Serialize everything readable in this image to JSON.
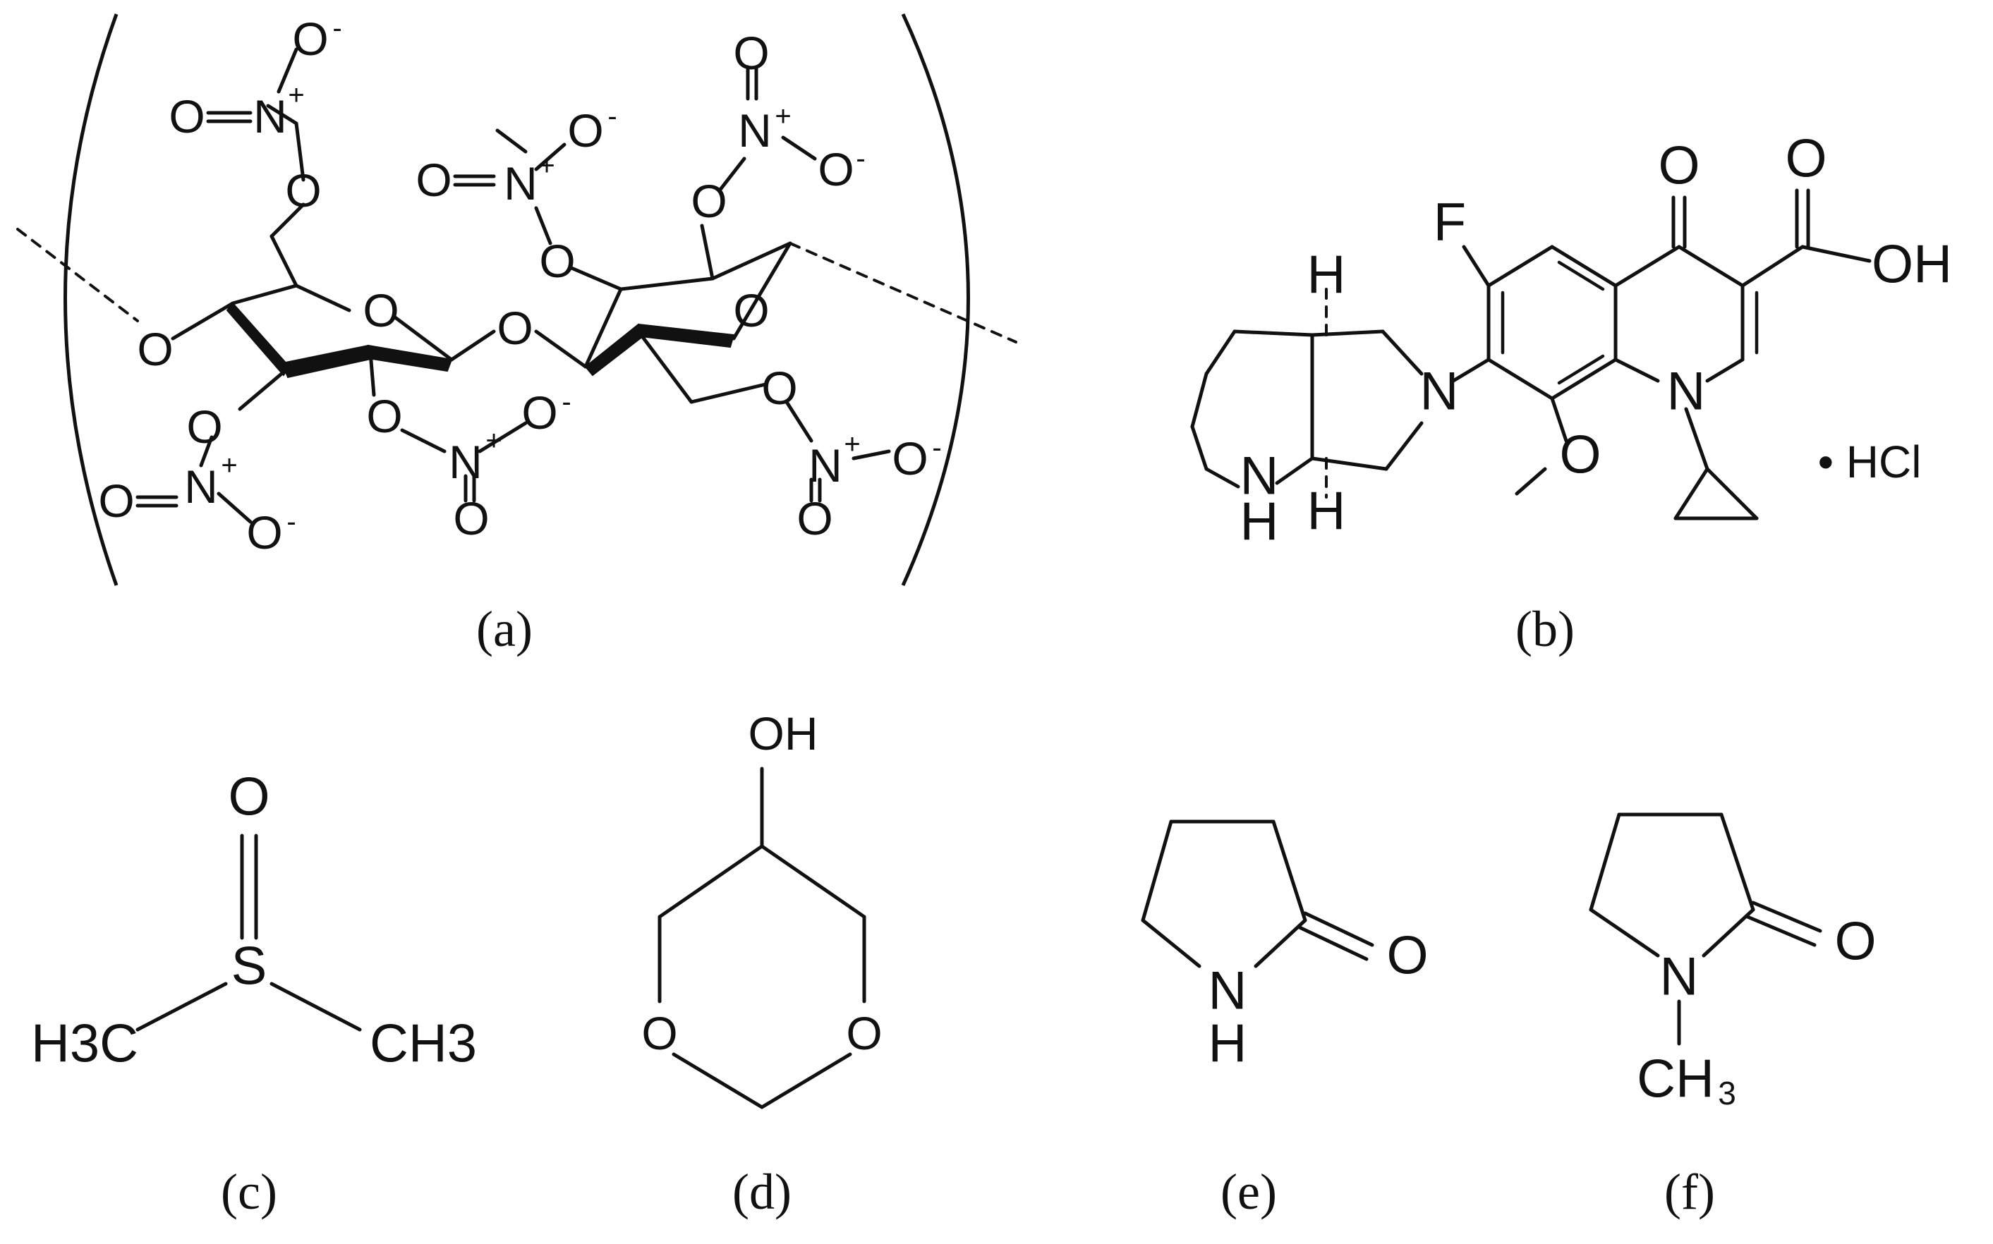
{
  "panels": {
    "a": {
      "caption": "(a)",
      "labels": {
        "O": "O",
        "N": "N",
        "plus": "+",
        "minus": "-"
      }
    },
    "b": {
      "caption": "(b)",
      "labels": {
        "F": "F",
        "O": "O",
        "OH": "OH",
        "N": "N",
        "H": "H",
        "salt": "• HCl"
      }
    },
    "c": {
      "caption": "(c)",
      "labels": {
        "O": "O",
        "S": "S",
        "left_methyl": "H3C",
        "right_methyl": "CH3"
      }
    },
    "d": {
      "caption": "(d)",
      "labels": {
        "OH": "OH",
        "O": "O"
      }
    },
    "e": {
      "caption": "(e)",
      "labels": {
        "N": "N",
        "H": "H",
        "O": "O"
      }
    },
    "f": {
      "caption": "(f)",
      "labels": {
        "N": "N",
        "O": "O",
        "methyl": "CH",
        "methyl_sub": "3"
      }
    }
  }
}
